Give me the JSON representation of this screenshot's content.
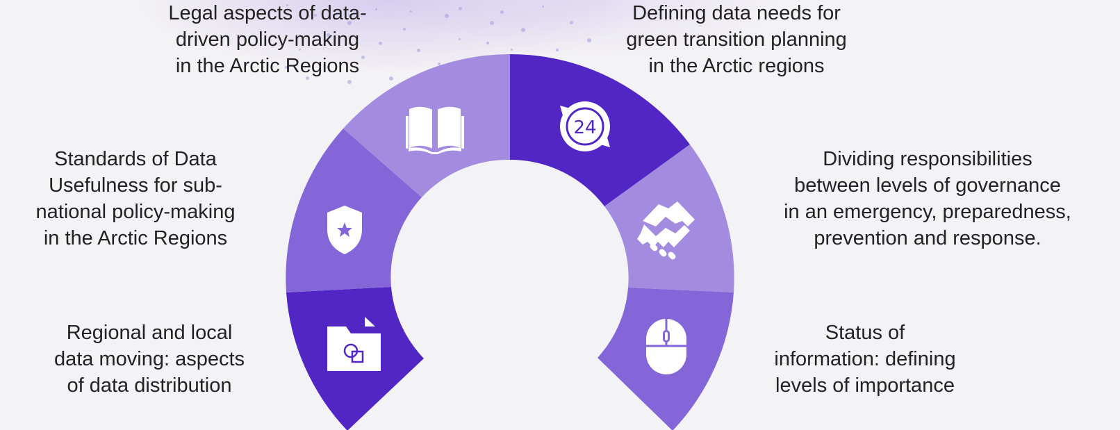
{
  "topics": {
    "legal": "Legal aspects of data-\ndriven policy-making\nin the Arctic Regions",
    "green": "Defining data needs for\ngreen transition planning\nin the Arctic regions",
    "standards": "Standards of Data\nUsefulness for sub-\nnational policy-making\nin the Arctic Regions",
    "dividing": "Dividing responsibilities\nbetween levels of governance\nin an emergency, preparedness,\nprevention and response.",
    "regional": "Regional and local\ndata moving: aspects\nof data distribution",
    "status": "Status of\ninformation: defining\nlevels of importance"
  },
  "segments": [
    {
      "id": "regional",
      "icon": "folder-icon",
      "color": "#5126c5"
    },
    {
      "id": "standards",
      "icon": "shield-star-icon",
      "color": "#8466d8"
    },
    {
      "id": "legal",
      "icon": "book-icon",
      "color": "#a38ce0"
    },
    {
      "id": "green",
      "icon": "clock-24-icon",
      "color": "#5126c5"
    },
    {
      "id": "dividing",
      "icon": "handshake-icon",
      "color": "#a38ce0"
    },
    {
      "id": "status",
      "icon": "mouse-icon",
      "color": "#8466d8"
    }
  ]
}
